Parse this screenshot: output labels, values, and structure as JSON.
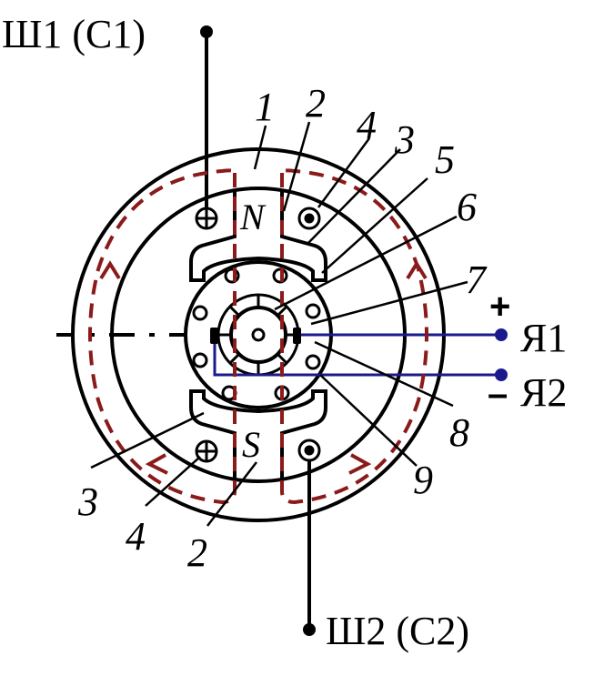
{
  "terminals": {
    "sh1": "Ш1 (С1)",
    "sh2": "Ш2 (С2)",
    "ya1": "Я1",
    "ya2": "Я2",
    "plus": "+",
    "minus": "–"
  },
  "poles": {
    "north": "N",
    "south": "S"
  },
  "callouts": {
    "n1": "1",
    "n2_top": "2",
    "n4_top": "4",
    "n3_top": "3",
    "n5": "5",
    "n6": "6",
    "n7": "7",
    "n8": "8",
    "n9": "9",
    "n3_bottom": "3",
    "n4_bottom": "4",
    "n2_bottom": "2"
  },
  "colors": {
    "line": "#000000",
    "flux": "#8b1a1a",
    "armature_wire": "#1a1a8c"
  }
}
